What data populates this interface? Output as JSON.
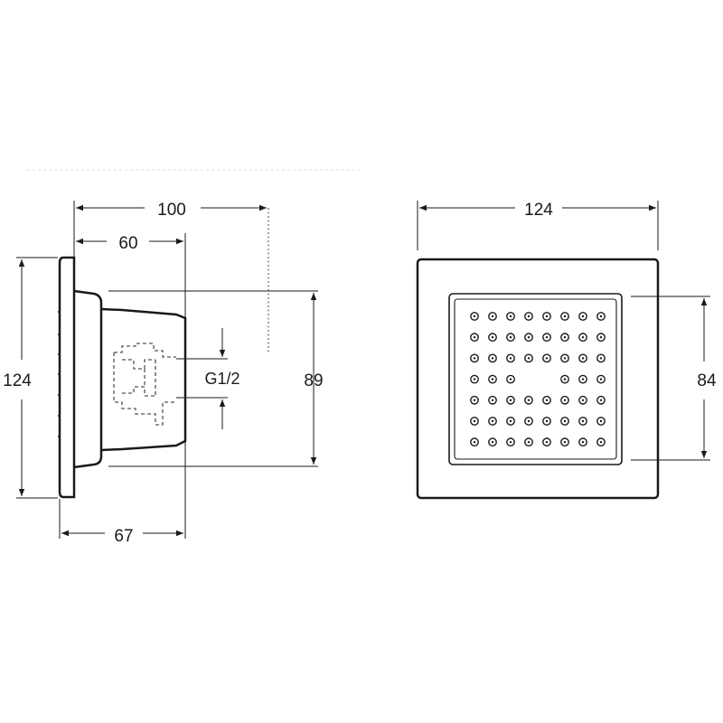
{
  "side_view": {
    "overall_depth": "100",
    "body_depth": "60",
    "height": "124",
    "body_height": "89",
    "base_depth": "67",
    "thread": "G1/2"
  },
  "front_view": {
    "width": "124",
    "inner_height": "84",
    "nozzle_grid": {
      "rows": 7,
      "columns": 8,
      "missing": [
        [
          3,
          3
        ],
        [
          3,
          4
        ]
      ]
    }
  },
  "colors": {
    "line": "#1a1a1a",
    "hidden": "#555555"
  }
}
